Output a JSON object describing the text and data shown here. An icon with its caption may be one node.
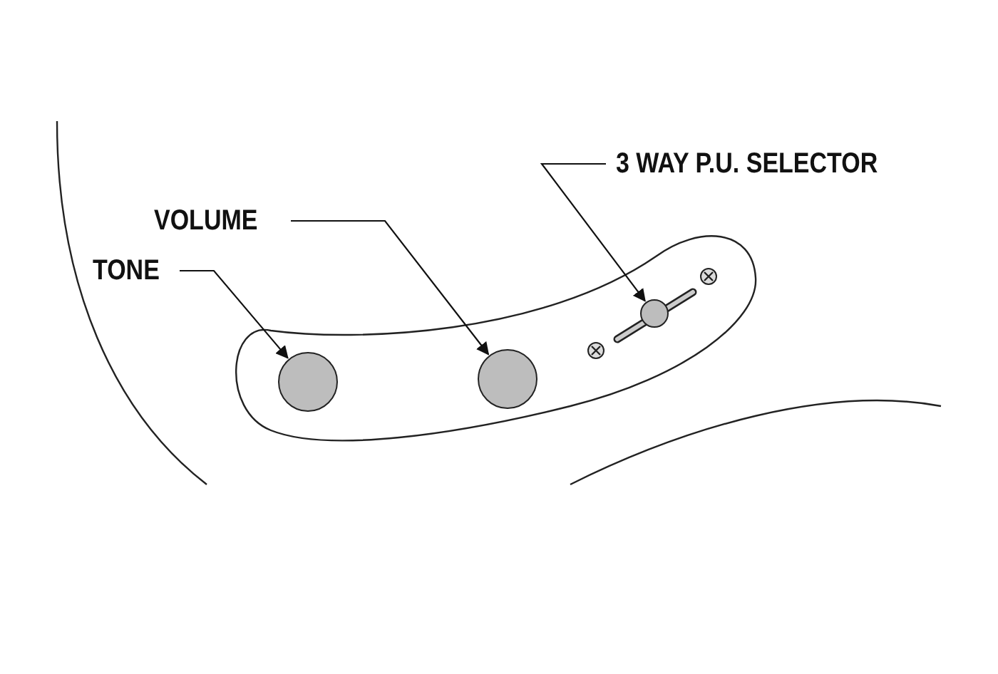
{
  "diagram": {
    "nodes": [
      {
        "text": [
          "TONE"
        ]
      },
      {
        "text": [
          "VOLUME"
        ]
      },
      {
        "text": [
          "3 WAY P.U. SELECTOR"
        ]
      },
      {
        "text": [],
        "shape": "circle"
      },
      {
        "text": [],
        "shape": "circle"
      },
      {
        "text": [],
        "shape": "circle"
      }
    ],
    "edges": [
      {
        "from": 0,
        "to": 3,
        "arrow": "to"
      },
      {
        "from": 1,
        "to": 4,
        "arrow": "to"
      },
      {
        "from": 2,
        "to": 5,
        "arrow": "to"
      }
    ]
  }
}
